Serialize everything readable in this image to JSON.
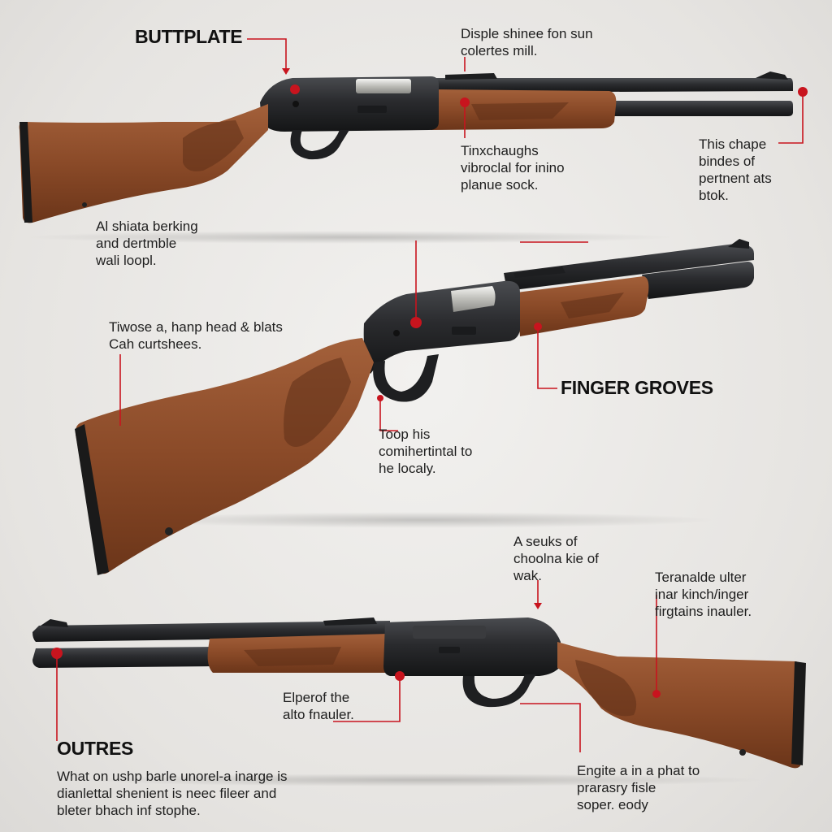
{
  "headings": {
    "buttplate": "BUTTPLATE",
    "finger_groves": "FINGER GROVES",
    "outres": "OUTRES"
  },
  "labels": {
    "top_center": "Disple shinee fon sun\ncolertes mill.",
    "top_mid": "Tinxchaughs\nvibroclal for inino\nplanue sock.",
    "top_right": "This chape\nbindes of\npertnent ats\nbtok.",
    "left_upper": "Al shiata berking\nand dertmble\nwali loopl.",
    "left_mid": "Tiwose a, hanp head & blats\nCah curtshees.",
    "center_mid": "Toop his\ncomihertintal to\nhe localy.",
    "lower_center": "A seuks of\nchoolna kie of\nwak.",
    "lower_right": "Teranalde ulter\ninar kinch/inger\nfirgtains inauler.",
    "bottom_mid": "Elperof the\nalto fnauler.",
    "bottom_left": "What on ushp barle unorel-a inarge is\ndianlettal shenient is neec fileer and\nbleter bhach inf stophe.",
    "bottom_right": "Engite a in a phat to\nprarasry fisle\nsoper. eody"
  },
  "colors": {
    "background": "#e8e6e3",
    "wood": "#8a4a28",
    "wood_dark": "#5e2f18",
    "metal": "#2a2b2e",
    "callout": "#c8141e"
  }
}
